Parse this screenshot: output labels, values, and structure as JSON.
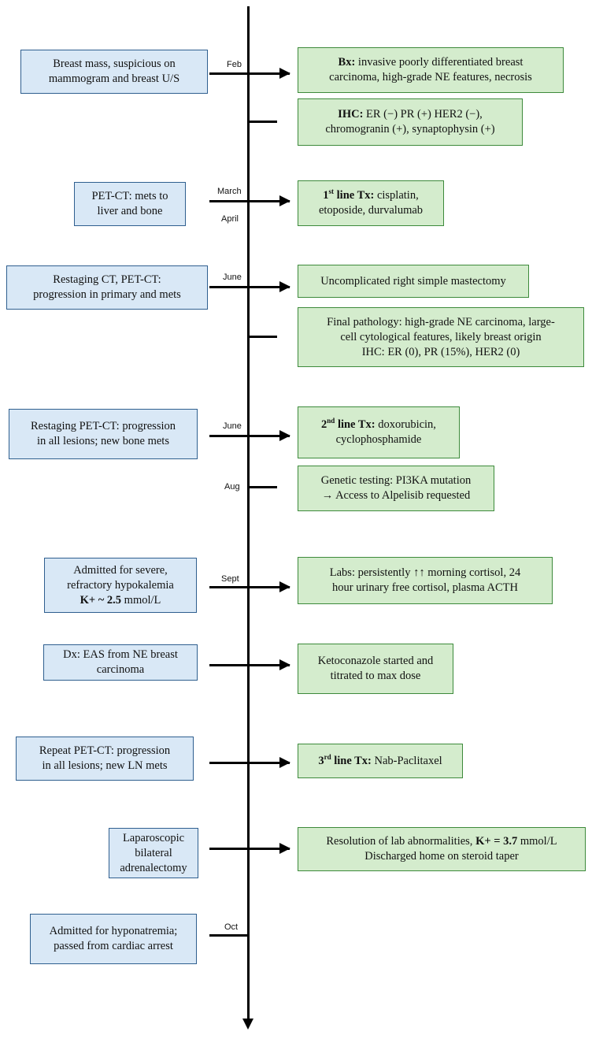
{
  "dates": {
    "feb": "Feb",
    "march": "March",
    "april": "April",
    "june1": "June",
    "june2": "June",
    "aug": "Aug",
    "sept": "Sept",
    "oct": "Oct"
  },
  "left_events": {
    "e1": [
      "Breast mass, suspicious on",
      "mammogram and breast U/S"
    ],
    "e2": [
      "PET-CT: mets to",
      "liver and bone"
    ],
    "e3": [
      "Restaging CT, PET-CT:",
      "progression in primary and mets"
    ],
    "e4": [
      "Restaging PET-CT: progression",
      "in all lesions; new bone mets"
    ],
    "e5": [
      "Admitted for severe,",
      "refractory hypokalemia",
      "K+ ~ ",
      "2.5",
      " mmol/L"
    ],
    "e6": [
      "Dx: EAS from NE breast",
      "carcinoma"
    ],
    "e7": [
      "Repeat PET-CT: progression",
      "in all lesions; new LN mets"
    ],
    "e8": [
      "Laparoscopic",
      "bilateral",
      "adrenalectomy"
    ],
    "e9": [
      "Admitted for hyponatremia;",
      "passed from cardiac arrest"
    ]
  },
  "right_events": {
    "r1": {
      "bold": "Bx:",
      "rest": " invasive poorly differentiated breast",
      "line2": "carcinoma, high-grade NE features, necrosis"
    },
    "r2": {
      "bold": "IHC:",
      "rest": " ER (−) PR (+) HER2 (−),",
      "line2": "chromogranin (+), synaptophysin (+)"
    },
    "r3": {
      "bold_pre": "1",
      "sup": "st",
      "bold_post": " line Tx:",
      "rest": " cisplatin,",
      "line2": "etoposide, durvalumab"
    },
    "r4": {
      "line1": "Uncomplicated right simple mastectomy"
    },
    "r5": {
      "line1": "Final pathology: high-grade NE carcinoma, large-",
      "line2": "cell cytological features, likely breast origin",
      "line3": "IHC: ER (0), PR (15%), HER2 (0)"
    },
    "r6": {
      "bold_pre": "2",
      "sup": "nd",
      "bold_post": " line Tx:",
      "rest": " doxorubicin,",
      "line2": "cyclophosphamide"
    },
    "r7": {
      "line1": "Genetic testing: PI3KA mutation",
      "line2": "→ Access to Alpelisib requested"
    },
    "r8": {
      "line1": "Labs: persistently ↑↑ morning cortisol, 24",
      "line2": "hour urinary free cortisol, plasma ACTH"
    },
    "r9": {
      "line1": "Ketoconazole started and",
      "line2": "titrated to max dose"
    },
    "r10": {
      "bold_pre": "3",
      "sup": "rd",
      "bold_post": " line Tx:",
      "rest": " Nab-Paclitaxel"
    },
    "r11": {
      "line1_pre": "Resolution of lab abnormalities, ",
      "line1_bold": "K+ = 3.7",
      "line1_post": " mmol/L",
      "line2": "Discharged home on steroid taper"
    }
  }
}
